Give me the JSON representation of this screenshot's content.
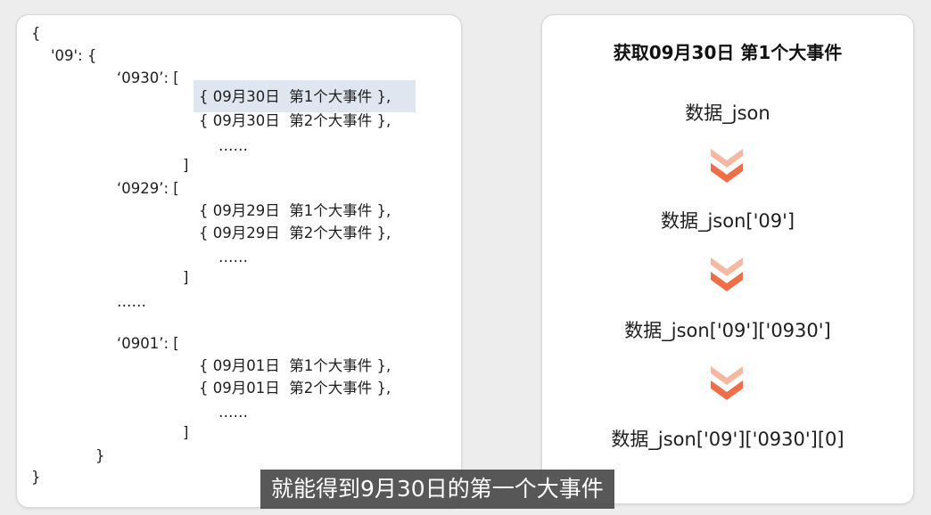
{
  "code_panel": {
    "lines": [
      "{",
      "'09': {",
      "‘0930’: [",
      "{ 09月30日  第1个大事件 },",
      "{ 09月30日  第2个大事件 },",
      "……",
      "]",
      "‘0929’: [",
      "{ 09月29日  第1个大事件 },",
      "{ 09月29日  第2个大事件 },",
      "……",
      "]",
      "……",
      "‘0901’: [",
      "{ 09月01日  第1个大事件 },",
      "{ 09月01日  第2个大事件 },",
      "……",
      "]",
      "}",
      "}"
    ]
  },
  "steps_panel": {
    "title": "获取09月30日 第1个大事件",
    "steps": [
      "数据_json",
      "数据_json['09']",
      "数据_json['09']['0930']",
      "数据_json['09']['0930'][0]"
    ],
    "arrow_colors": {
      "light": "#f6b8a0",
      "dark": "#ee6e48"
    }
  },
  "caption": "就能得到9月30日的第一个大事件"
}
